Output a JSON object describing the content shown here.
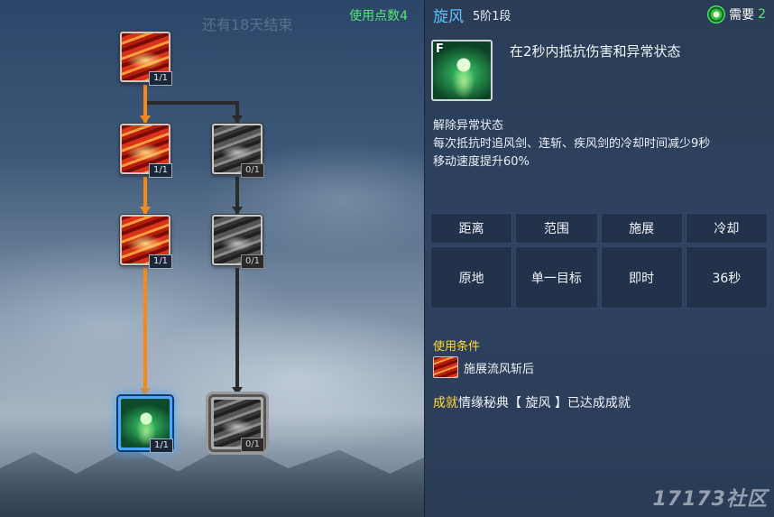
{
  "tree": {
    "points_label": "使用点数4",
    "faint_title": "还有18天结束",
    "nodes": [
      {
        "id": "n1",
        "count": "1/1",
        "state": "learned"
      },
      {
        "id": "n2",
        "count": "1/1",
        "state": "learned"
      },
      {
        "id": "n3",
        "count": "0/1",
        "state": "locked"
      },
      {
        "id": "n4",
        "count": "1/1",
        "state": "learned"
      },
      {
        "id": "n5",
        "count": "0/1",
        "state": "locked"
      },
      {
        "id": "n6",
        "count": "1/1",
        "state": "selected"
      },
      {
        "id": "n7",
        "count": "0/1",
        "state": "locked"
      }
    ],
    "colors": {
      "active_line": "#f28a1c",
      "inactive_line": "#2b2b2b",
      "selected_border": "#4aa6ff"
    }
  },
  "detail": {
    "skill_name": "旋风",
    "skill_level": "5阶1段",
    "need_label": "需要",
    "need_value": "2",
    "key_label": "F",
    "short_desc": "在2秒内抵抗伤害和异常状态",
    "effects": [
      "解除异常状态",
      "每次抵抗时追风剑、连斩、疾风剑的冷却时间减少9秒",
      "移动速度提升60%"
    ],
    "stats": {
      "headers": [
        "距离",
        "范围",
        "施展",
        "冷却"
      ],
      "values": [
        "原地",
        "单一目标",
        "即时",
        "36秒"
      ]
    },
    "condition_title": "使用条件",
    "condition_text": "施展流风斩后",
    "achievement_label": "成就",
    "achievement_text": "情缘秘典【 旋风 】已达成成就",
    "watermark": "17173社区"
  }
}
